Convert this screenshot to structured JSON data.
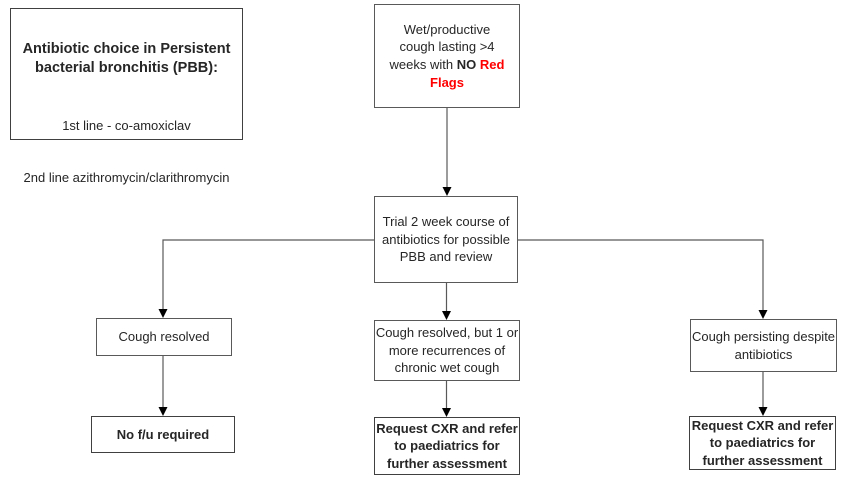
{
  "palette": {
    "background": "#ffffff",
    "line_color": "#595959",
    "arrowhead_color": "#000000",
    "border_color": "#595959",
    "text_color": "#262626",
    "red_accent": "#ff0000"
  },
  "info_box": {
    "title": [
      "Antibiotic choice in Persistent",
      "bacterial bronchitis (PBB):"
    ],
    "first_line": "1st line - co-amoxiclav",
    "second_line": "2nd line azithromycin/clarithromycin"
  },
  "start_node": {
    "text_before": "Wet/productive cough lasting >4 weeks with",
    "emphasis": "NO",
    "red_emphasis": "Red Flags"
  },
  "trial_node": {
    "text": [
      "Trial 2 week course of",
      "antibiotics for possible",
      "PBB and review"
    ]
  },
  "branch_left": {
    "outcome": "Cough resolved",
    "action": "No f/u required"
  },
  "branch_center": {
    "outcome": [
      "Cough resolved, but 1 or",
      "more recurrences of",
      "chronic wet cough"
    ],
    "action": [
      "Request CXR and refer",
      "to paediatrics for",
      "further assessment"
    ]
  },
  "branch_right": {
    "outcome": [
      "Cough persisting despite",
      "antibiotics"
    ],
    "action": [
      "Request CXR and refer",
      "to paediatrics for",
      "further assessment"
    ]
  }
}
